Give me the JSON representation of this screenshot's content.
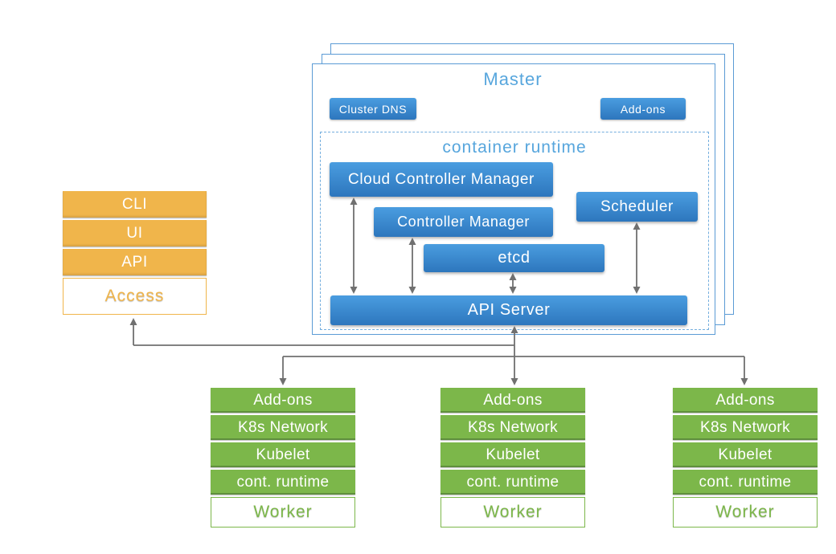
{
  "colors": {
    "blue_top": "#4a9de0",
    "blue_bottom": "#2d76bd",
    "blue_border": "#5b9bd5",
    "blue_dash": "#74aede",
    "blue_text": "#57a6dd",
    "orange": "#f0b54b",
    "green": "#7cb74a",
    "green_dark": "#5f8f3d",
    "connector": "#707070"
  },
  "master": {
    "title": "Master",
    "cluster_dns_label": "Cluster DNS",
    "addons_label": "Add-ons",
    "container_runtime_label": "container runtime",
    "components": {
      "cloud_controller_manager": "Cloud Controller Manager",
      "controller_manager": "Controller Manager",
      "etcd": "etcd",
      "scheduler": "Scheduler",
      "api_server": "API Server"
    }
  },
  "access_stack": {
    "items": [
      "CLI",
      "UI",
      "API"
    ],
    "label": "Access"
  },
  "workers": {
    "rows": [
      "Add-ons",
      "K8s Network",
      "Kubelet",
      "cont. runtime"
    ],
    "label": "Worker"
  }
}
